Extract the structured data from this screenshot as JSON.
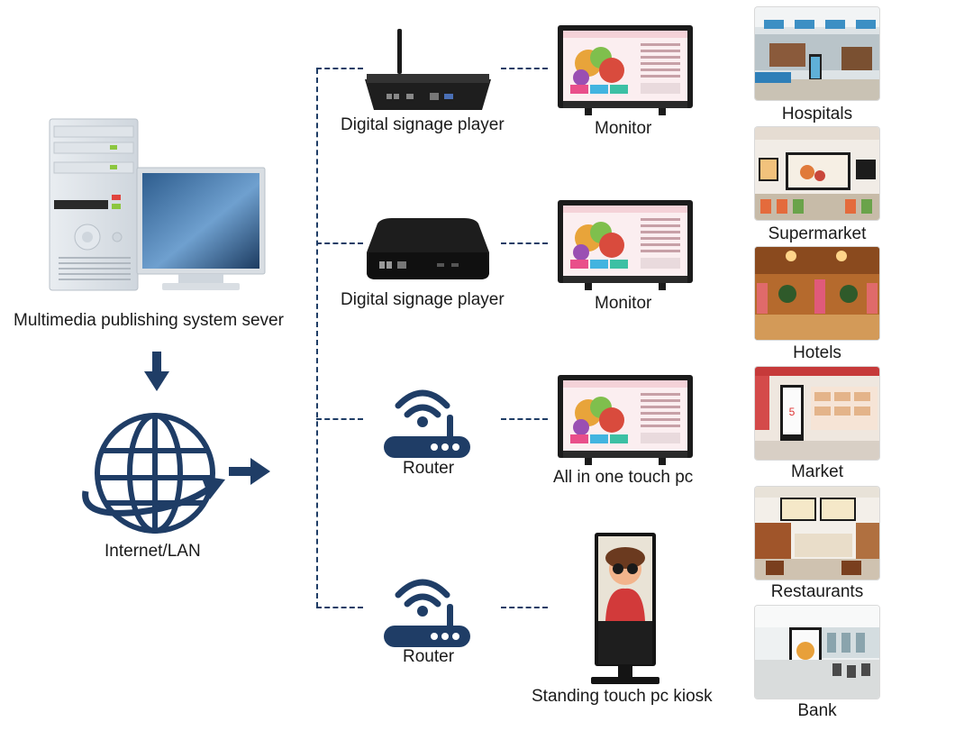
{
  "server": {
    "label": "Multimedia publishing system sever"
  },
  "network": {
    "label": "Internet/LAN"
  },
  "devices": [
    {
      "label": "Digital signage player",
      "icon": "signage-player-antenna-icon"
    },
    {
      "label": "Digital signage player",
      "icon": "signage-player-box-icon"
    },
    {
      "label": "Router",
      "icon": "router-icon"
    },
    {
      "label": "Router",
      "icon": "router-icon"
    }
  ],
  "displays": [
    {
      "label": "Monitor"
    },
    {
      "label": "Monitor"
    },
    {
      "label": "All in one touch pc"
    },
    {
      "label": "Standing touch pc kiosk"
    }
  ],
  "places": [
    {
      "label": "Hospitals"
    },
    {
      "label": "Supermarket"
    },
    {
      "label": "Hotels"
    },
    {
      "label": "Market"
    },
    {
      "label": "Restaurants"
    },
    {
      "label": "Bank"
    }
  ],
  "colors": {
    "navy": "#1f3d66",
    "connector": "#1f3d66"
  }
}
